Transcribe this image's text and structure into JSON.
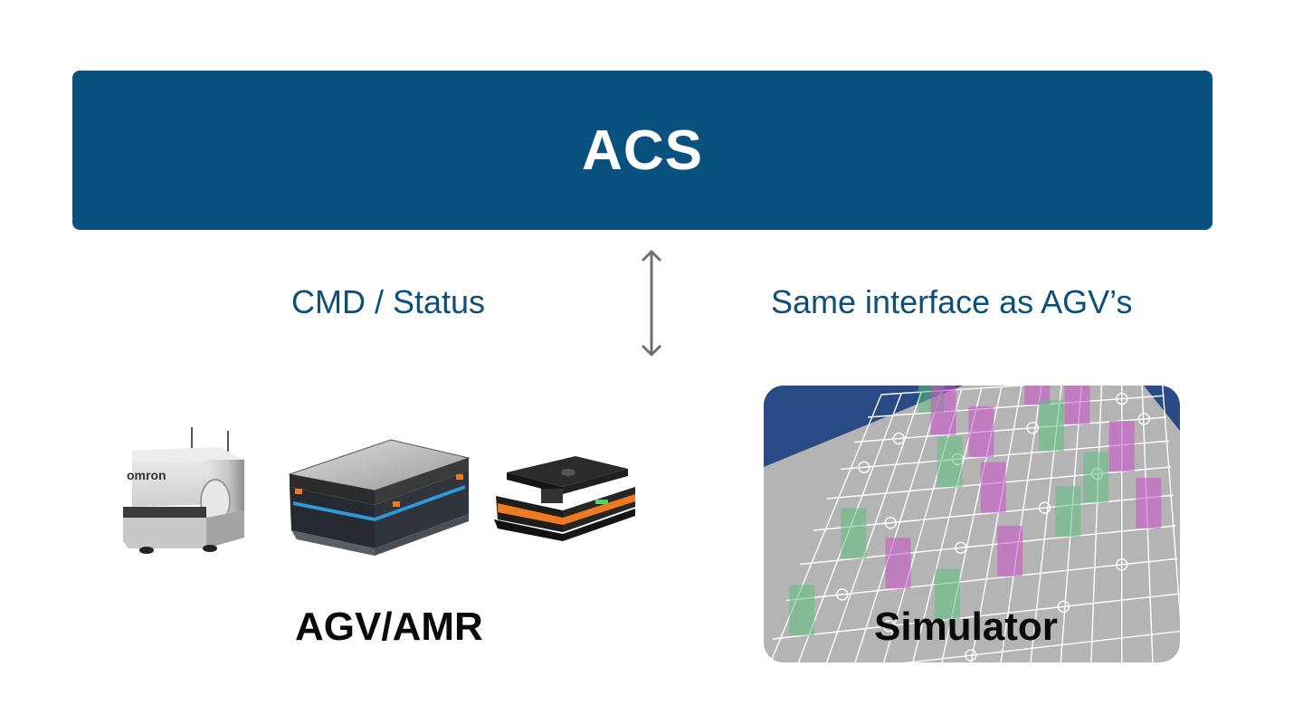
{
  "acs": {
    "title": "ACS"
  },
  "connection": {
    "left_label": "CMD / Status",
    "right_label": "Same interface as AGV’s"
  },
  "agv": {
    "caption": "AGV/AMR",
    "robot1_logo": "omron"
  },
  "simulator": {
    "caption": "Simulator"
  },
  "colors": {
    "acs_background": "#09527f",
    "label_text": "#0c4f7a",
    "caption_text": "#0a0a0a",
    "arrow": "#707070",
    "sim_dark_region": "#2a4a85",
    "sim_floor": "#b4b4b4",
    "sim_magenta": "#c94ec9",
    "sim_green": "#5fbf7e",
    "robot_orange": "#f07a22",
    "robot_blue_light": "#2e9ad8"
  },
  "icons": {
    "arrow": "double-headed-vertical-arrow",
    "robot1": "omron-ld-mobile-robot",
    "robot2": "mir-flat-amr",
    "robot3": "orange-black-round-amr"
  }
}
